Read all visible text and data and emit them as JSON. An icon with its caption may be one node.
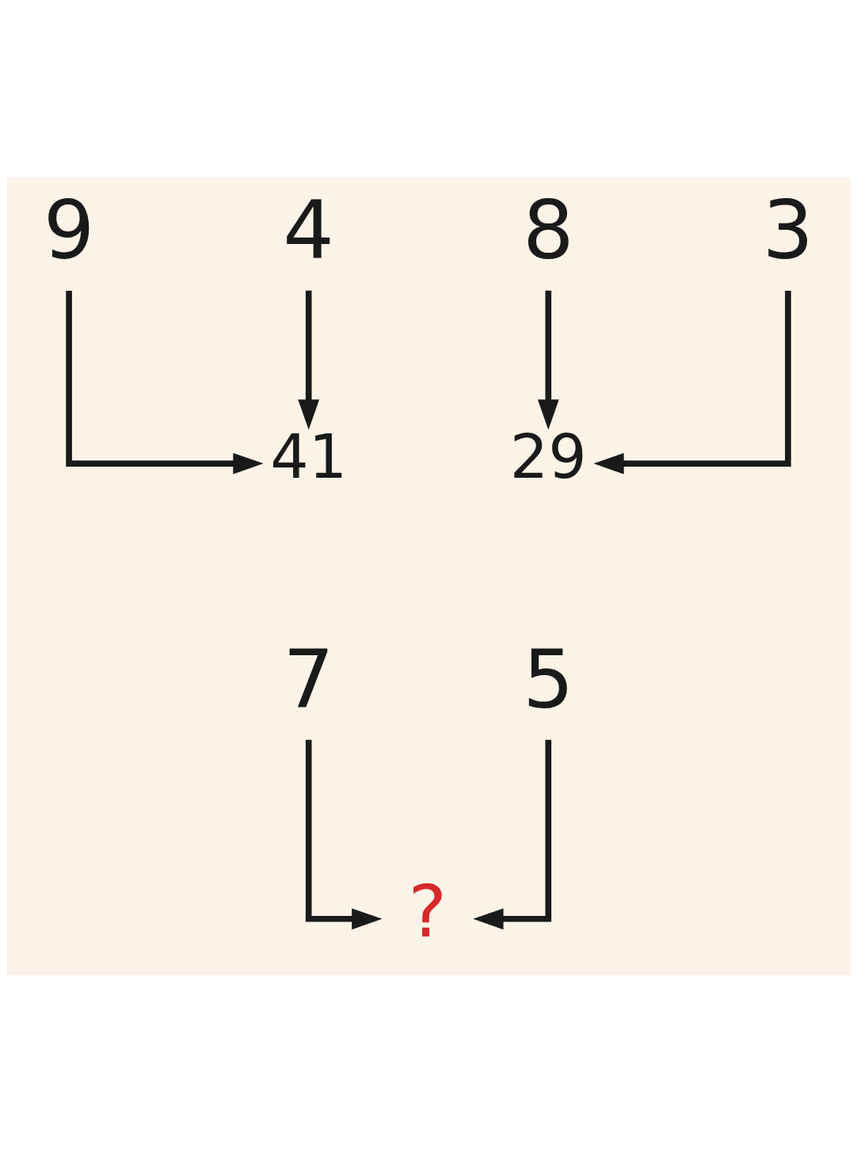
{
  "diagram": {
    "nodes": [
      {
        "text": [
          "9"
        ]
      },
      {
        "text": [
          "4"
        ]
      },
      {
        "text": [
          "41"
        ]
      },
      {
        "text": [
          "8"
        ]
      },
      {
        "text": [
          "3"
        ]
      },
      {
        "text": [
          "29"
        ]
      },
      {
        "text": [
          "7"
        ]
      },
      {
        "text": [
          "5"
        ]
      },
      {
        "text": [
          "?"
        ]
      }
    ],
    "edges": [
      {
        "from": 0,
        "to": 2,
        "arrow": "to"
      },
      {
        "from": 1,
        "to": 2,
        "arrow": "to"
      },
      {
        "from": 3,
        "to": 5,
        "arrow": "to"
      },
      {
        "from": 4,
        "to": 5,
        "arrow": "to"
      },
      {
        "from": 6,
        "to": 8,
        "arrow": "to"
      },
      {
        "from": 7,
        "to": 8,
        "arrow": "to"
      }
    ]
  }
}
